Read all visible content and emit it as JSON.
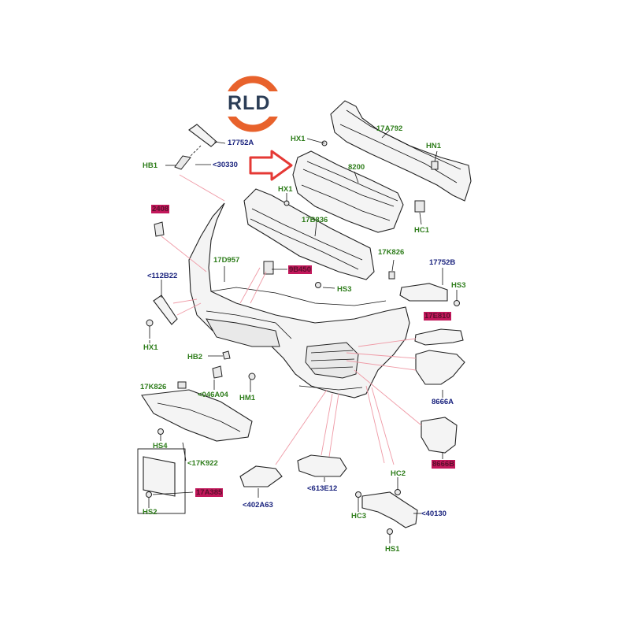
{
  "logo": {
    "text": "RLD",
    "ring_color": "#e8622c",
    "text_color": "#2b3d56"
  },
  "colors": {
    "green_label": "#2e7d1b",
    "blue_label": "#1a237e",
    "highlight": "#c2185b",
    "arrow": "#e53935",
    "leader_pink": "#ef9aa6"
  },
  "labels": {
    "l17752A": "17752A",
    "l30330": "<30330",
    "lHB1": "HB1",
    "lHX1a": "HX1",
    "l17A792": "17A792",
    "lHN1": "HN1",
    "l8200": "8200",
    "lHX1b": "HX1",
    "l2408": "2408",
    "l17B836": "17B836",
    "lHC1": "HC1",
    "l17D957": "17D957",
    "l17K826a": "17K826",
    "l17752B": "17752B",
    "l112B22": "<112B22",
    "l9B450": "9B450",
    "lHS3a": "HS3",
    "lHS3b": "HS3",
    "lHX1c": "HX1",
    "l17E810": "17E810",
    "lHB2": "HB2",
    "l046A04": "<046A04",
    "lHM1": "HM1",
    "l8666A": "8666A",
    "l17K826b": "17K826",
    "lHS4": "HS4",
    "l17K922": "<17K922",
    "l8666B": "8666B",
    "l17A385": "17A385",
    "lHS2": "HS2",
    "l402A63": "<402A63",
    "l613E12": "<613E12",
    "lHC2": "HC2",
    "lHC3": "HC3",
    "l40130": "<40130",
    "lHS1": "HS1"
  }
}
